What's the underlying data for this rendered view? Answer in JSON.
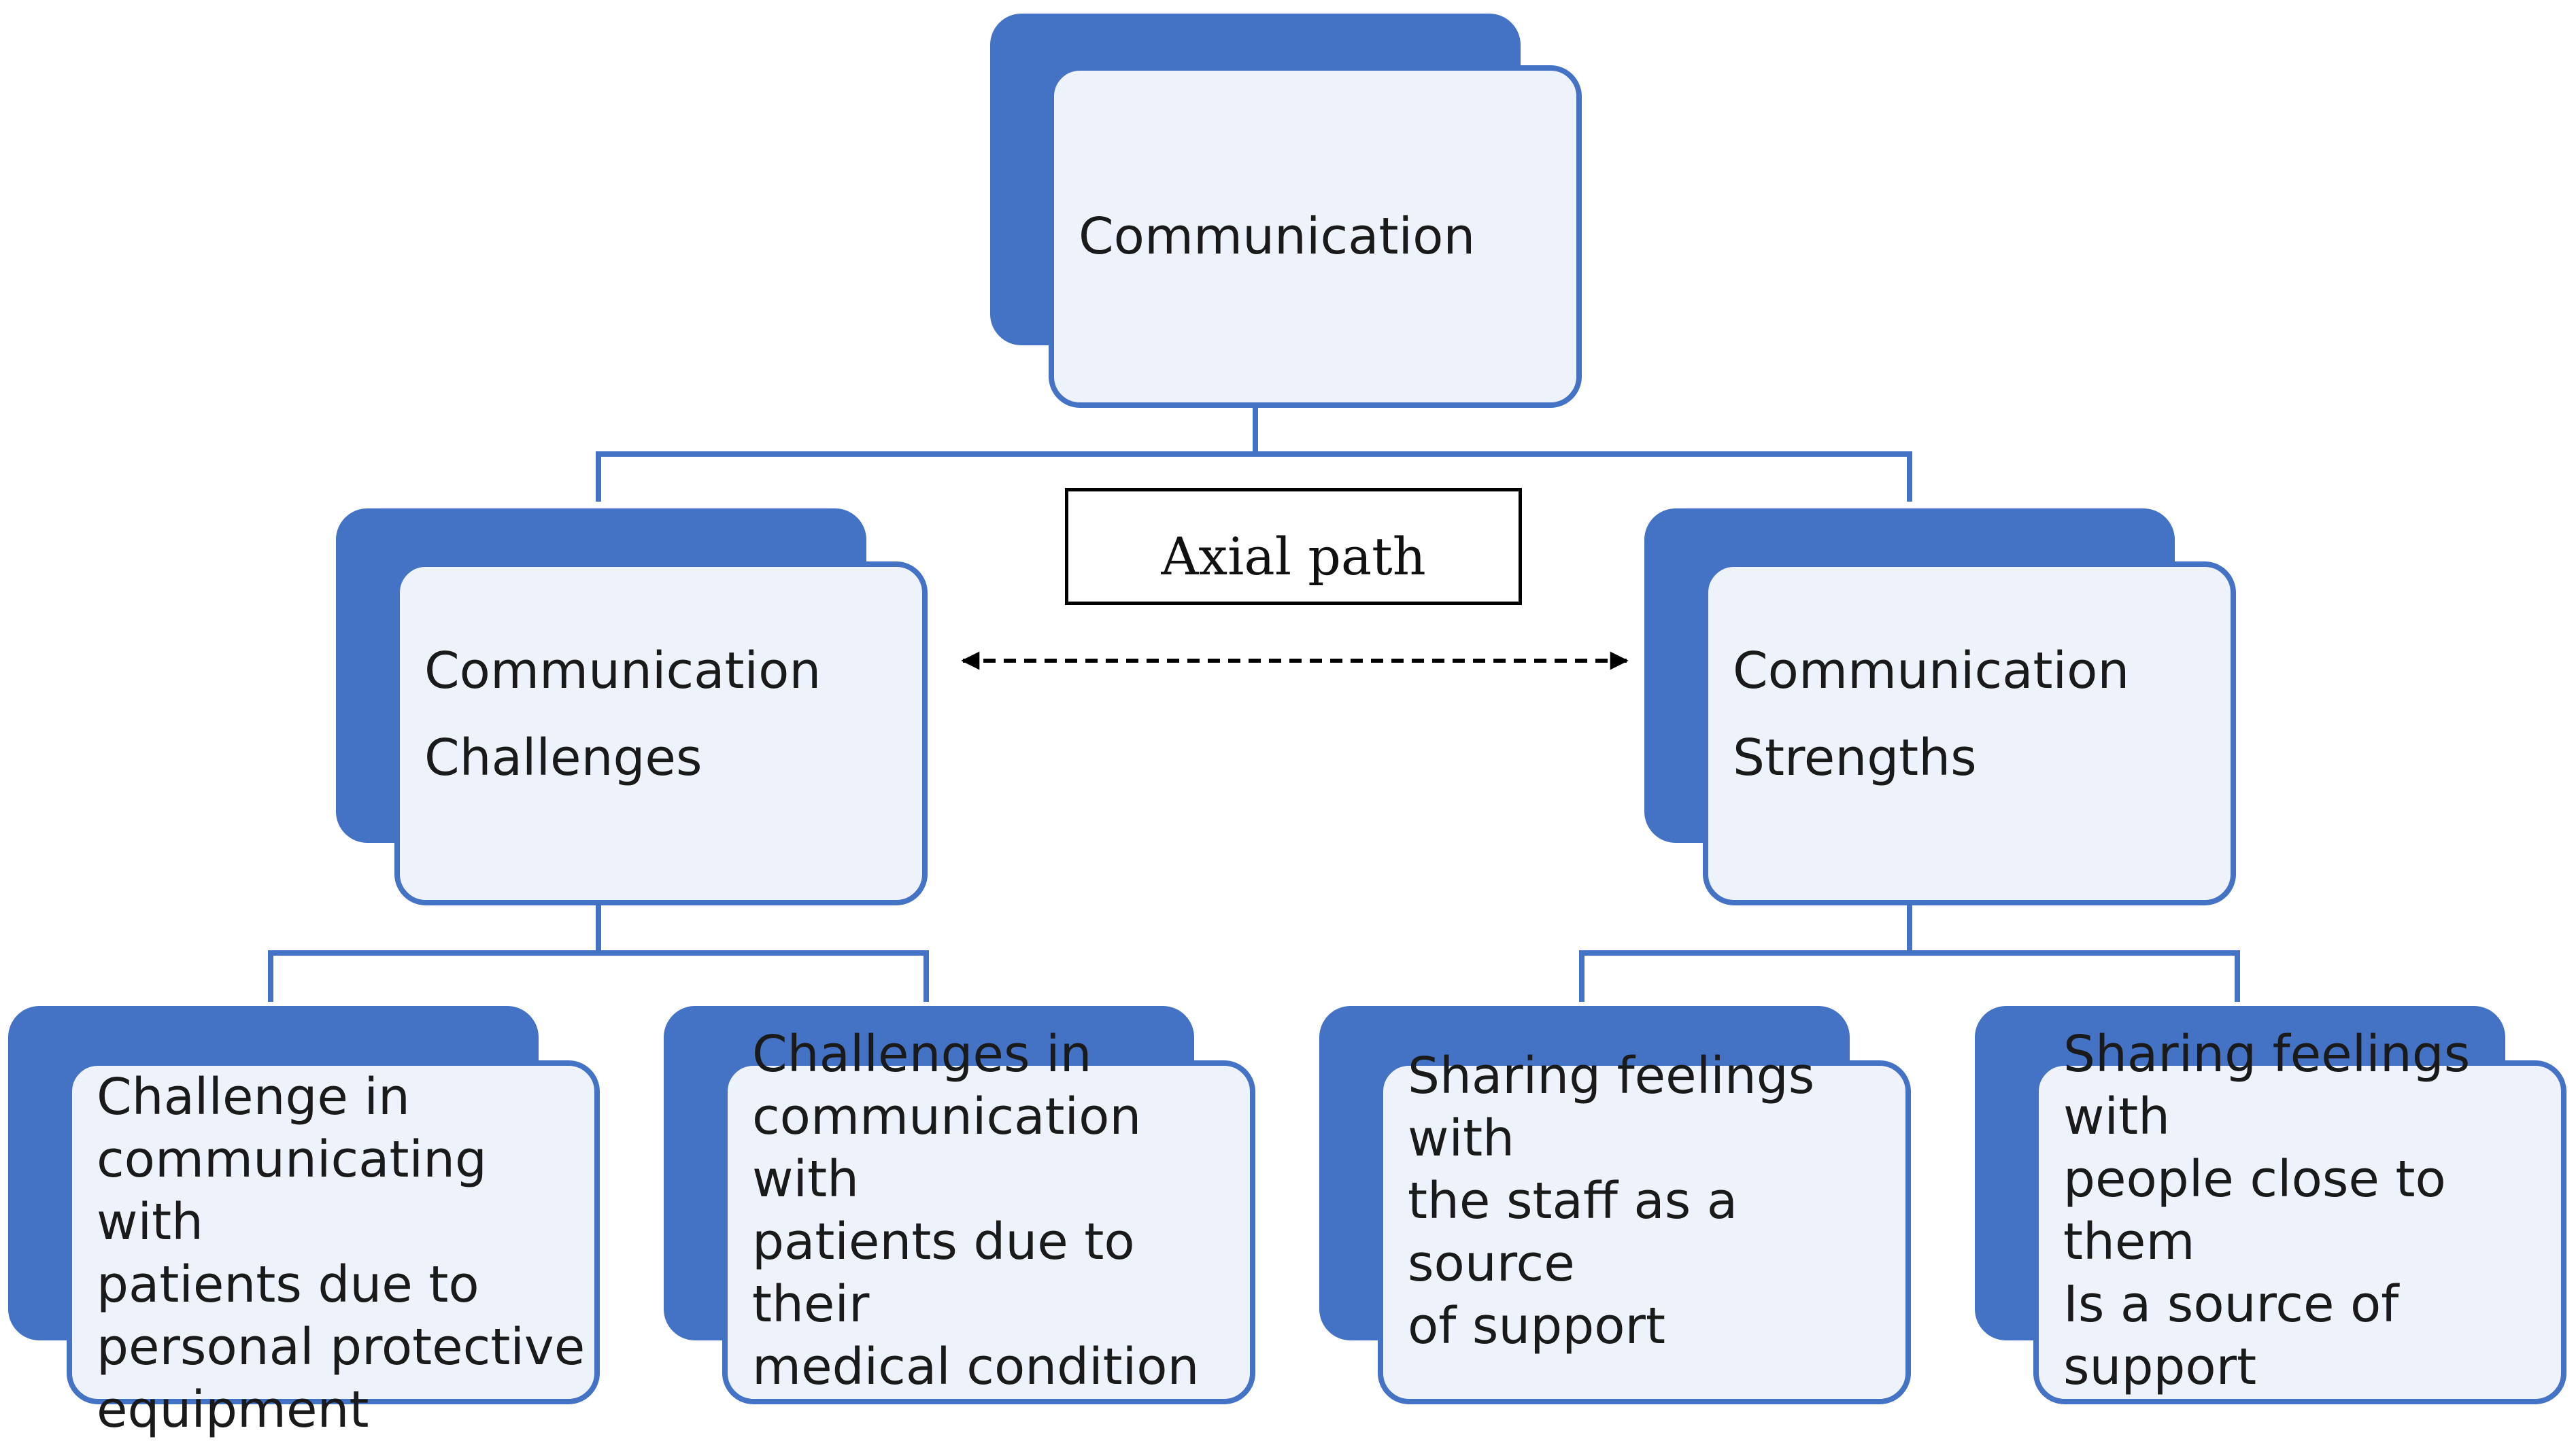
{
  "colors": {
    "accent": "#4472c4",
    "node_fill": "#eef2fa",
    "text": "#1a1a1a",
    "axial_border": "#000000"
  },
  "nodes": {
    "root": {
      "label": "Communication"
    },
    "challenges": {
      "label": "Communication\nChallenges"
    },
    "strengths": {
      "label": "Communication\nStrengths"
    },
    "ppe": {
      "label": "Challenge in\ncommunicating with\npatients due to\npersonal protective\nequipment"
    },
    "medical": {
      "label": "Challenges in\ncommunication with\npatients due to their\nmedical condition"
    },
    "staff": {
      "label": "Sharing feelings with\nthe staff as a source\nof support"
    },
    "close": {
      "label": "Sharing feelings with\npeople close to them\nIs a source of\nsupport"
    }
  },
  "axial": {
    "label": "Axial path"
  },
  "edges": [
    {
      "from": "root",
      "to": "challenges"
    },
    {
      "from": "root",
      "to": "strengths"
    },
    {
      "from": "challenges",
      "to": "ppe"
    },
    {
      "from": "challenges",
      "to": "medical"
    },
    {
      "from": "strengths",
      "to": "staff"
    },
    {
      "from": "strengths",
      "to": "close"
    },
    {
      "from": "challenges",
      "to": "strengths",
      "style": "dashed",
      "bidirectional": true
    }
  ]
}
